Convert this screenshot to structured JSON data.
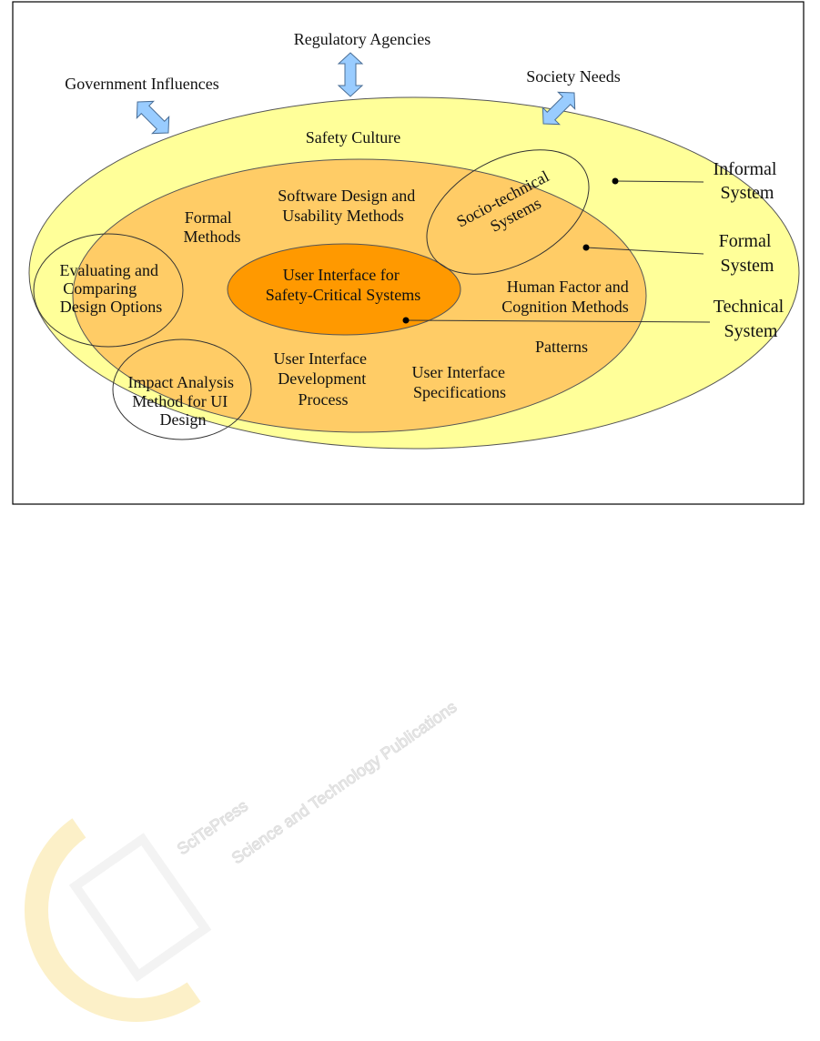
{
  "colors": {
    "informal_system_fill": "#ffff99",
    "formal_system_fill": "#ffcc66",
    "core_fill": "#ff9900",
    "arrow_fill": "#99ccff",
    "watermark_text": "#ececec",
    "watermark_logo": "#fbe9b0"
  },
  "external_influences": {
    "government": "Government Influences",
    "regulatory": "Regulatory Agencies",
    "society": "Society Needs"
  },
  "layers": {
    "safety_culture": "Safety Culture",
    "informal": [
      "Informal",
      "System"
    ],
    "formal": [
      "Formal",
      "System"
    ],
    "technical": [
      "Technical",
      "System"
    ]
  },
  "core": [
    "User Interface for",
    "Safety-Critical Systems"
  ],
  "methods": {
    "software_design": [
      "Software Design and",
      "Usability Methods"
    ],
    "formal_methods": [
      "Formal",
      "Methods"
    ],
    "human_factor": [
      "Human Factor and",
      "Cognition Methods"
    ],
    "patterns": "Patterns",
    "ui_development": [
      "User Interface",
      "Development",
      "Process"
    ],
    "ui_specifications": [
      "User Interface",
      "Specifications"
    ],
    "socio_technical": [
      "Socio-technical",
      "Systems"
    ],
    "evaluating": [
      "Evaluating and",
      "Comparing",
      "Design Options"
    ],
    "impact_analysis": [
      "Impact Analysis",
      "Method for UI",
      "Design"
    ]
  },
  "watermark": {
    "line1": "SciTePress",
    "line2": "Science and Technology Publications"
  }
}
